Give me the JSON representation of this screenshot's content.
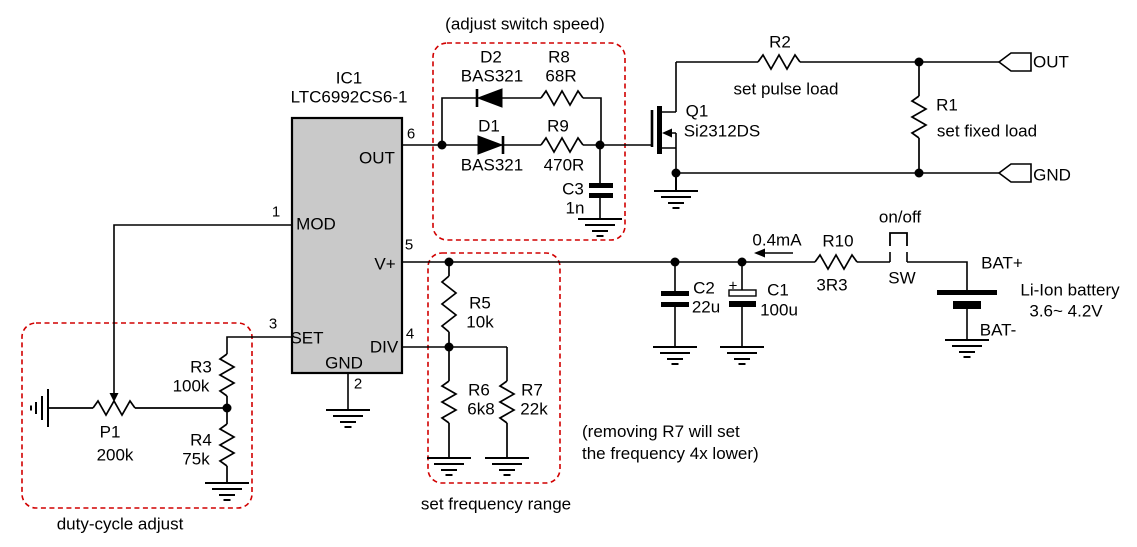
{
  "ic": {
    "ref": "IC1",
    "part": "LTC6992CS6-1",
    "pin_out": "OUT",
    "pin_mod": "MOD",
    "pin_vplus": "V+",
    "pin_set": "SET",
    "pin_div": "DIV",
    "pin_gnd": "GND",
    "num_out": "6",
    "num_mod": "1",
    "num_vplus": "5",
    "num_set": "3",
    "num_div": "4",
    "num_gnd": "2"
  },
  "components": {
    "d1": {
      "ref": "D1",
      "part": "BAS321"
    },
    "d2": {
      "ref": "D2",
      "part": "BAS321"
    },
    "r8": {
      "ref": "R8",
      "value": "68R"
    },
    "r9": {
      "ref": "R9",
      "value": "470R"
    },
    "c3": {
      "ref": "C3",
      "value": "1n"
    },
    "q1": {
      "ref": "Q1",
      "part": "Si2312DS"
    },
    "r2": {
      "ref": "R2",
      "note": "set pulse load"
    },
    "r1": {
      "ref": "R1",
      "note": "set fixed load"
    },
    "r10": {
      "ref": "R10",
      "value": "3R3"
    },
    "sw": {
      "ref": "SW",
      "note": "on/off"
    },
    "c2": {
      "ref": "C2",
      "value": "22u"
    },
    "c1": {
      "ref": "C1",
      "value": "100u",
      "polarity": "+"
    },
    "r5": {
      "ref": "R5",
      "value": "10k"
    },
    "r6": {
      "ref": "R6",
      "value": "6k8"
    },
    "r7": {
      "ref": "R7",
      "value": "22k"
    },
    "r3": {
      "ref": "R3",
      "value": "100k"
    },
    "r4": {
      "ref": "R4",
      "value": "75k"
    },
    "p1": {
      "ref": "P1",
      "value": "200k"
    },
    "battery": {
      "line1": "Li-Ion battery",
      "line2": "3.6~ 4.2V"
    }
  },
  "terminals": {
    "out": "OUT",
    "gnd": "GND",
    "bat_plus": "BAT+",
    "bat_minus": "BAT-"
  },
  "annotations": {
    "switch_speed": "(adjust switch speed)",
    "duty_cycle": "duty-cycle adjust",
    "freq_range": "set frequency range",
    "removing_r7_line1": "(removing R7 will set",
    "removing_r7_line2": "the frequency 4x lower)",
    "current": "0.4mA"
  },
  "colors": {
    "wire": "#000000",
    "annotation_box": "#d10000",
    "ic_fill": "#c9c9c9"
  }
}
